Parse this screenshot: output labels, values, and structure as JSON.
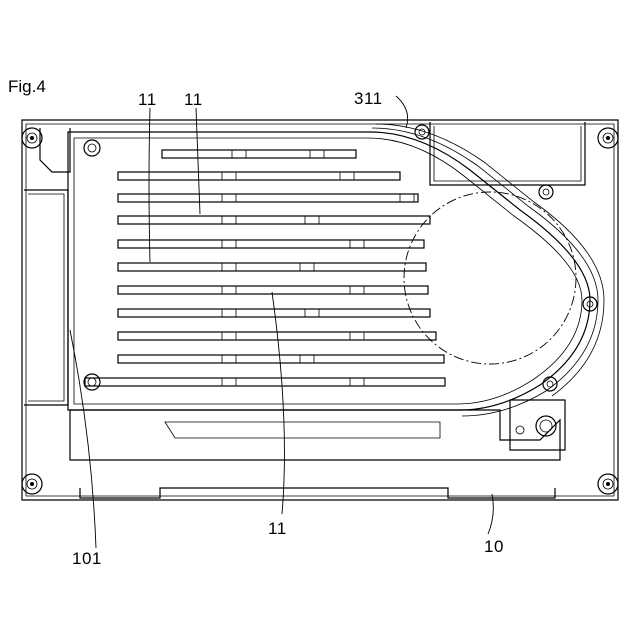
{
  "figure": {
    "title": "Fig.4"
  },
  "labels": {
    "cable_top_left": "11",
    "cable_top_right": "11",
    "cable_bottom": "11",
    "housing_part": "101",
    "housing": "10",
    "harness_path": "311"
  }
}
